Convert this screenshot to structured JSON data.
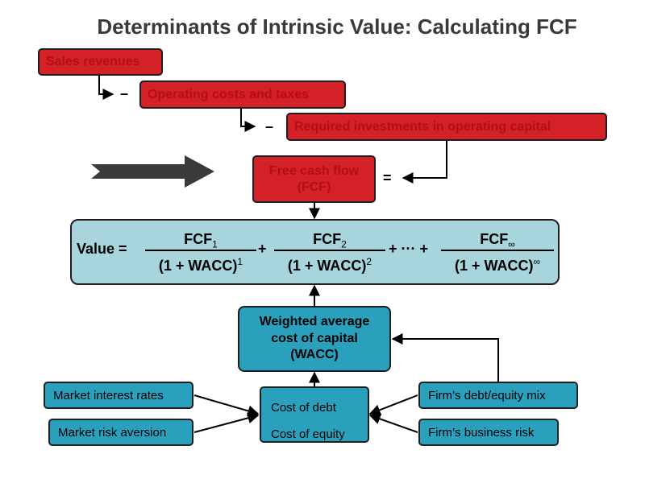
{
  "title": "Determinants of Intrinsic Value: Calculating FCF",
  "fcf_chain": {
    "sales": "Sales revenues",
    "minus1": "–",
    "operating": "Operating costs and taxes",
    "minus2": "–",
    "investments": "Required investments in operating capital",
    "equals": "=",
    "fcf_line1": "Free cash flow",
    "fcf_line2": "(FCF)"
  },
  "value_formula": {
    "label": "Value =",
    "term1_num": "FCF",
    "term1_num_sub": "1",
    "term1_den": "(1 + WACC)",
    "term1_den_sup": "1",
    "plus1": "+",
    "term2_num": "FCF",
    "term2_num_sub": "2",
    "term2_den": "(1 + WACC)",
    "term2_den_sup": "2",
    "ellipsis": "+ ··· +",
    "term3_num": "FCF",
    "term3_num_sub": "∞",
    "term3_den": "(1 + WACC)",
    "term3_den_sup": "∞"
  },
  "wacc_box": {
    "line1": "Weighted average",
    "line2": "cost of capital",
    "line3": "(WACC)"
  },
  "costs_box": {
    "debt": "Cost of debt",
    "equity": "Cost of equity"
  },
  "factors": {
    "market_rates": "Market interest rates",
    "market_risk": "Market risk aversion",
    "debt_equity_mix": "Firm’s debt/equity mix",
    "business_risk": "Firm’s business risk"
  },
  "colors": {
    "red_box": "#d42027",
    "teal_box": "#2aa0bc",
    "formula_box": "#a8d4dc",
    "big_arrow": "#3a3a3a"
  }
}
